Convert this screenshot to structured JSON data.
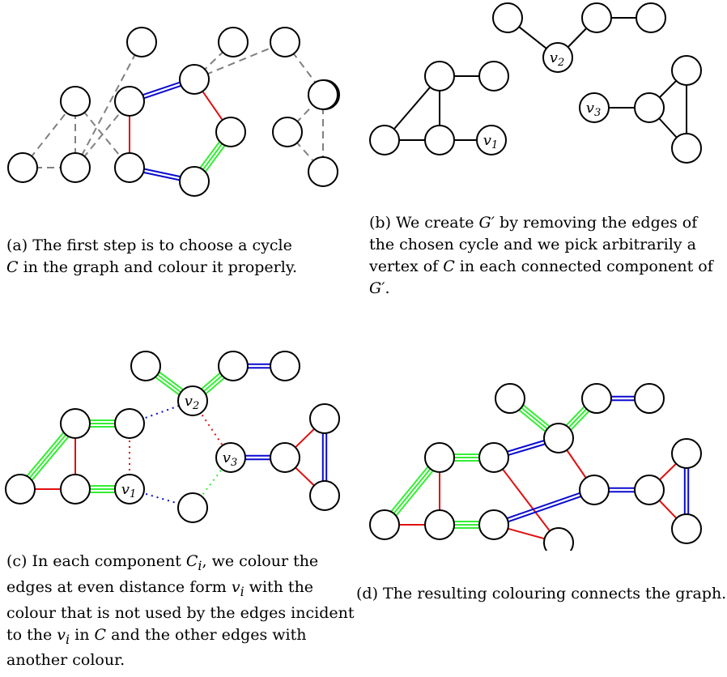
{
  "colors": {
    "red": "#e01010",
    "blue": "#0a0ad0",
    "green": "#33ee33",
    "dashed": "#808080",
    "black": "#000000"
  },
  "panels": [
    {
      "id": "a",
      "nodes": [
        {
          "id": "a1",
          "label": ""
        },
        {
          "id": "a2",
          "label": ""
        },
        {
          "id": "a3",
          "label": ""
        },
        {
          "id": "a4",
          "label": ""
        },
        {
          "id": "a5",
          "label": ""
        },
        {
          "id": "a6",
          "label": ""
        },
        {
          "id": "a7",
          "label": ""
        },
        {
          "id": "a8",
          "label": ""
        },
        {
          "id": "a9",
          "label": ""
        },
        {
          "id": "a10",
          "label": ""
        },
        {
          "id": "a11",
          "label": ""
        },
        {
          "id": "a12",
          "label": ""
        },
        {
          "id": "a13",
          "label": ""
        },
        {
          "id": "a14",
          "label": ""
        },
        {
          "id": "a15",
          "label": ""
        },
        {
          "id": "a16",
          "label": ""
        }
      ],
      "edges": [
        [
          "a1",
          "a2",
          "dashed"
        ],
        [
          "a4",
          "a2",
          "dashed"
        ],
        [
          "a2",
          "a3",
          "dashed"
        ],
        [
          "a1",
          "a3",
          "dashed"
        ],
        [
          "a3",
          "a6",
          "dashed"
        ],
        [
          "a2",
          "a5",
          "dashed"
        ],
        [
          "a7",
          "a8",
          "dashed"
        ],
        [
          "a9",
          "a10",
          "dashed"
        ],
        [
          "a8",
          "a9",
          "dashed"
        ],
        [
          "a12",
          "a13",
          "dashed"
        ],
        [
          "a13",
          "a14",
          "dashed"
        ],
        [
          "a13",
          "a15",
          "dashed"
        ],
        [
          "a14",
          "a15",
          "dashed"
        ],
        [
          "a5",
          "a6",
          "red"
        ],
        [
          "a8",
          "a11",
          "red"
        ],
        [
          "a5",
          "a8",
          "blue2"
        ],
        [
          "a6",
          "a16",
          "blue2"
        ],
        [
          "a11",
          "a16",
          "green3"
        ]
      ]
    },
    {
      "id": "b",
      "nodes": [
        {
          "id": "b1",
          "label": ""
        },
        {
          "id": "b2",
          "label": "v2"
        },
        {
          "id": "b3",
          "label": ""
        },
        {
          "id": "b4",
          "label": ""
        },
        {
          "id": "b5",
          "label": ""
        },
        {
          "id": "b6",
          "label": ""
        },
        {
          "id": "b7",
          "label": ""
        },
        {
          "id": "b8",
          "label": "v1"
        },
        {
          "id": "b9",
          "label": ""
        },
        {
          "id": "b10",
          "label": "v3"
        },
        {
          "id": "b11",
          "label": ""
        },
        {
          "id": "b12",
          "label": ""
        },
        {
          "id": "b13",
          "label": ""
        }
      ],
      "edges": [
        [
          "b1",
          "b2",
          "black"
        ],
        [
          "b2",
          "b3",
          "black"
        ],
        [
          "b3",
          "b4",
          "black"
        ],
        [
          "b5",
          "b6",
          "black"
        ],
        [
          "b5",
          "b7",
          "black"
        ],
        [
          "b5",
          "b9",
          "black"
        ],
        [
          "b7",
          "b9",
          "black"
        ],
        [
          "b9",
          "b8",
          "black"
        ],
        [
          "b10",
          "b11",
          "black"
        ],
        [
          "b11",
          "b12",
          "black"
        ],
        [
          "b11",
          "b13",
          "black"
        ],
        [
          "b12",
          "b13",
          "black"
        ]
      ]
    },
    {
      "id": "c",
      "nodes": [
        {
          "id": "c1",
          "label": ""
        },
        {
          "id": "c2",
          "label": "v2"
        },
        {
          "id": "c3",
          "label": ""
        },
        {
          "id": "c4",
          "label": ""
        },
        {
          "id": "c5",
          "label": ""
        },
        {
          "id": "c6",
          "label": ""
        },
        {
          "id": "c7",
          "label": ""
        },
        {
          "id": "c8",
          "label": ""
        },
        {
          "id": "c9",
          "label": "v1"
        },
        {
          "id": "c10",
          "label": ""
        },
        {
          "id": "c11",
          "label": "v3"
        },
        {
          "id": "c12",
          "label": ""
        },
        {
          "id": "c13",
          "label": ""
        },
        {
          "id": "c14",
          "label": ""
        }
      ],
      "edges": [
        [
          "c1",
          "c2",
          "green3"
        ],
        [
          "c2",
          "c3",
          "green3"
        ],
        [
          "c3",
          "c4",
          "blue2"
        ],
        [
          "c5",
          "c6",
          "green3"
        ],
        [
          "c5",
          "c8",
          "red"
        ],
        [
          "c7",
          "c5",
          "green3"
        ],
        [
          "c7",
          "c8",
          "red"
        ],
        [
          "c8",
          "c9",
          "green3"
        ],
        [
          "c11",
          "c12",
          "blue2"
        ],
        [
          "c12",
          "c13",
          "red"
        ],
        [
          "c12",
          "c14",
          "red"
        ],
        [
          "c13",
          "c14",
          "blue2"
        ],
        [
          "c6",
          "c2",
          "dotted-blue"
        ],
        [
          "c9",
          "c10",
          "dotted-blue"
        ],
        [
          "c2",
          "c11",
          "dotted-red"
        ],
        [
          "c6",
          "c9",
          "dotted-red"
        ],
        [
          "c10",
          "c11",
          "dotted-green"
        ]
      ]
    },
    {
      "id": "d",
      "nodes": [
        {
          "id": "d1",
          "label": ""
        },
        {
          "id": "d2",
          "label": ""
        },
        {
          "id": "d3",
          "label": ""
        },
        {
          "id": "d4",
          "label": ""
        },
        {
          "id": "d5",
          "label": ""
        },
        {
          "id": "d6",
          "label": ""
        },
        {
          "id": "d7",
          "label": ""
        },
        {
          "id": "d8",
          "label": ""
        },
        {
          "id": "d9",
          "label": ""
        },
        {
          "id": "d10",
          "label": ""
        },
        {
          "id": "d11",
          "label": ""
        },
        {
          "id": "d12",
          "label": ""
        },
        {
          "id": "d13",
          "label": ""
        },
        {
          "id": "d14",
          "label": ""
        },
        {
          "id": "d15",
          "label": ""
        },
        {
          "id": "d16",
          "label": ""
        }
      ],
      "edges": [
        [
          "d1",
          "d2",
          "green3"
        ],
        [
          "d2",
          "d3",
          "green3"
        ],
        [
          "d3",
          "d4",
          "blue2"
        ],
        [
          "d5",
          "d6",
          "green3"
        ],
        [
          "d5",
          "d8",
          "red"
        ],
        [
          "d7",
          "d5",
          "green3"
        ],
        [
          "d7",
          "d8",
          "red"
        ],
        [
          "d8",
          "d9",
          "green3"
        ],
        [
          "d6",
          "d10",
          "red"
        ],
        [
          "d9",
          "d10",
          "red"
        ],
        [
          "d6",
          "d2",
          "blue2"
        ],
        [
          "d9",
          "d16",
          "blue2"
        ],
        [
          "d2",
          "d11",
          "red"
        ],
        [
          "d11",
          "d16",
          "green3"
        ],
        [
          "d11",
          "d12",
          "blue2"
        ],
        [
          "d12",
          "d13",
          "red"
        ],
        [
          "d12",
          "d14",
          "red"
        ],
        [
          "d13",
          "d14",
          "blue2"
        ]
      ]
    }
  ],
  "captions": {
    "a": {
      "l1_pre": "(a) The first step is to choose a cycle",
      "l2_var": "C",
      "l2_post": " in the graph and colour it properly."
    },
    "b": {
      "pre": "(b) We create ",
      "var": "G′",
      "mid": " by removing the edges of the chosen cycle and we pick arbitrarily a vertex of ",
      "var2": "C",
      "mid2": " in each connected component of ",
      "var3": "G′",
      "post": "."
    },
    "c": {
      "pre": "(c) In each component ",
      "var": "C",
      "sub": "i",
      "mid": ", we colour the edges at even distance form ",
      "var2": "v",
      "sub2": "i",
      "mid2": " with the colour that is not used by the edges incident to the ",
      "var3": "v",
      "sub3": "i",
      "mid3": " in ",
      "var4": "C",
      "post": " and the other edges with another colour."
    },
    "d": {
      "text": "(d) The resulting colouring connects the graph."
    }
  }
}
